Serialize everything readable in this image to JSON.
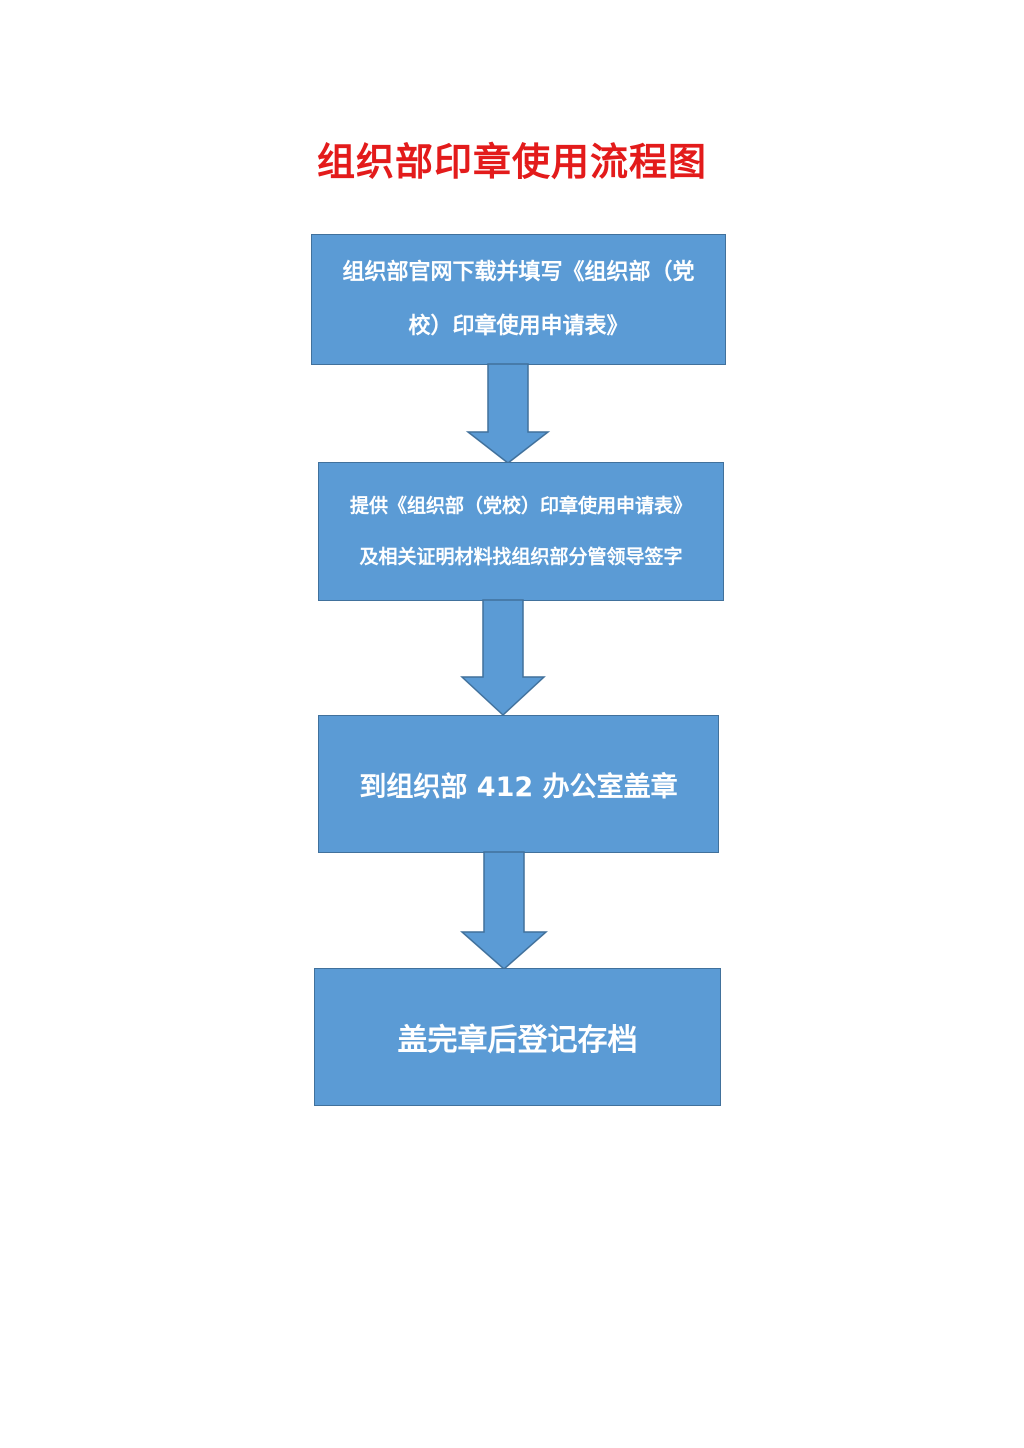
{
  "title": "组织部印章使用流程图",
  "steps": [
    {
      "lines": [
        "组织部官网下载并填写《组织部（党",
        "校）印章使用申请表》"
      ]
    },
    {
      "lines": [
        "提供《组织部（党校）印章使用申请表》",
        "及相关证明材料找组织部分管领导签字"
      ]
    },
    {
      "lines": [
        "到组织部 412 办公室盖章"
      ]
    },
    {
      "lines": [
        "盖完章后登记存档"
      ]
    }
  ],
  "colors": {
    "title": "#e31b1b",
    "box_fill": "#5b9bd5",
    "box_border": "#41719c"
  }
}
